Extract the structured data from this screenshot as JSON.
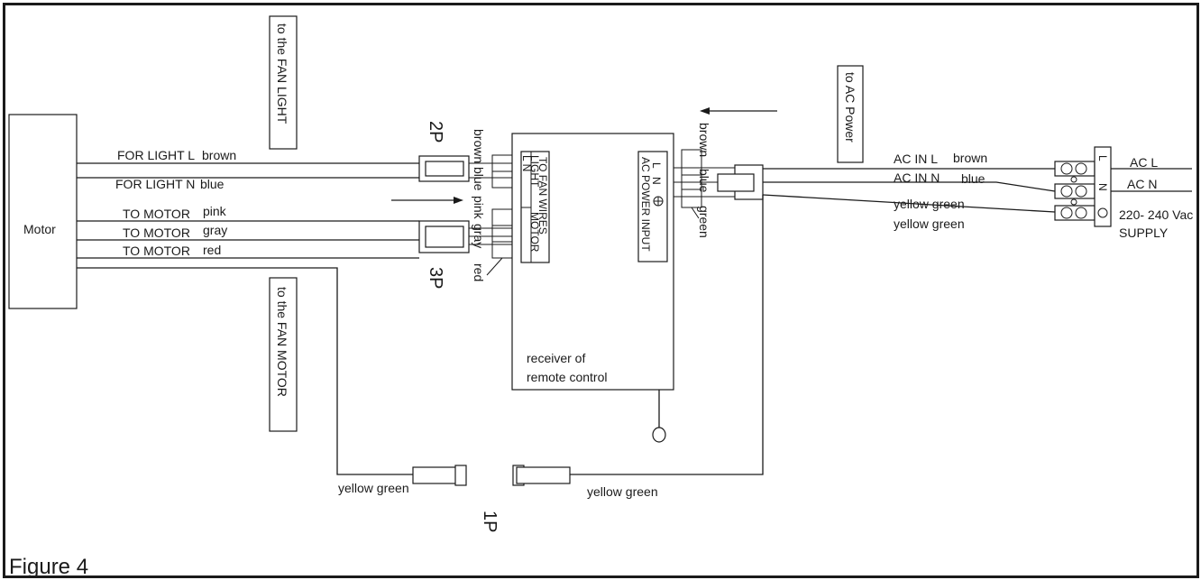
{
  "figure_label": "Figure 4",
  "motor_label": "Motor",
  "receiver": {
    "line1": "receiver of",
    "line2": "remote control",
    "left_terminal_top": "TO FAN WIRES",
    "left_terminal_light": "LIGHT",
    "left_terminal_motor": "MOTOR",
    "left_terminal_ln": "L N",
    "right_terminal_text": "AC POWER INPUT",
    "right_terminal_n": "N",
    "right_terminal_l": "L"
  },
  "callouts": {
    "fan_light": "to the FAN LIGHT",
    "fan_motor": "to the FAN MOTOR",
    "ac_power": "to AC Power"
  },
  "connectors": {
    "two_p": "2P",
    "three_p": "3P",
    "one_p": "1P"
  },
  "motor_wires": [
    {
      "label": "FOR LIGHT L",
      "color": "brown"
    },
    {
      "label": "FOR LIGHT N",
      "color": "blue"
    },
    {
      "label": "TO MOTOR",
      "color": "pink"
    },
    {
      "label": "TO MOTOR",
      "color": "gray"
    },
    {
      "label": "TO MOTOR",
      "color": "red"
    }
  ],
  "left_vertical_wire_colors": [
    "brown",
    "blue",
    "pink",
    "gray",
    "red"
  ],
  "right_vertical_wire_colors": [
    "brown",
    "blue",
    "green"
  ],
  "ac_wires": [
    {
      "label": "AC IN L",
      "color": "brown"
    },
    {
      "label": "AC IN N",
      "color": "blue"
    },
    {
      "label": "yellow green",
      "color": ""
    },
    {
      "label": "yellow green",
      "color": ""
    }
  ],
  "terminal_block": {
    "l": "L",
    "n": "N",
    "ac_l": "AC L",
    "ac_n": "AC N",
    "supply_line1": "220- 240 Vac",
    "supply_line2": "SUPPLY"
  },
  "ground_wires": {
    "left": "yellow green",
    "right": "yellow green"
  }
}
